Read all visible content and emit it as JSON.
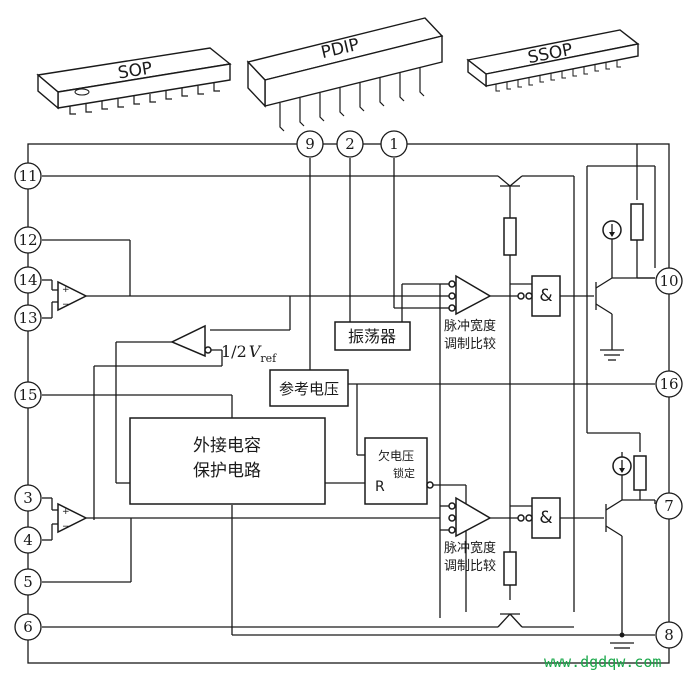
{
  "packages": [
    "SOP",
    "PDIP",
    "SSOP"
  ],
  "pins": [
    "1",
    "2",
    "3",
    "4",
    "5",
    "6",
    "7",
    "8",
    "9",
    "10",
    "11",
    "12",
    "13",
    "14",
    "15",
    "16"
  ],
  "blocks": {
    "oscillator": "振荡器",
    "reference": "参考电压",
    "protection_line1": "外接电容",
    "protection_line2": "保护电路",
    "uvlo_line1": "欠电压",
    "uvlo_line2": "锁定",
    "uvlo_reset": "R",
    "pwm_comparator_line1": "脉冲宽度",
    "pwm_comparator_line2": "调制比较",
    "half_vref_prefix": "1/2",
    "half_vref_symbol": "V",
    "half_vref_sub": "ref",
    "and_gate": "&"
  },
  "watermark": "www.dgdqw.com",
  "colors": {
    "line": "#1a1a1a",
    "watermark": "#1aa84a",
    "background": "#ffffff"
  }
}
